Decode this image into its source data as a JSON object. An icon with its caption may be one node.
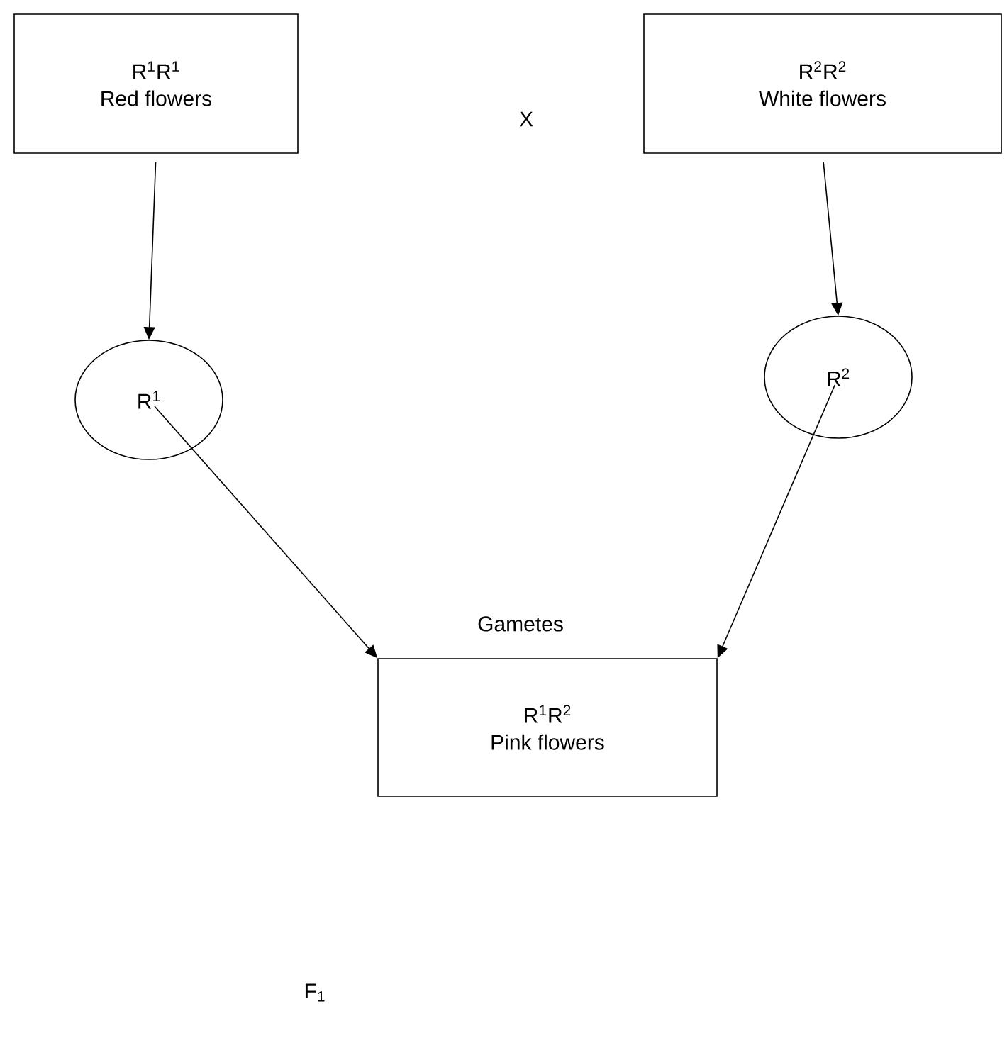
{
  "diagram": {
    "nodes": [
      {
        "text": [
          "R$^{1}$R$^{1}$",
          "Red flowers"
        ]
      },
      {
        "text": [
          "R$^{2}$R$^{2}$",
          "White flowers"
        ]
      },
      {
        "text": [
          "R$^{1}$"
        ]
      },
      {
        "text": [
          "R$^{2}$"
        ]
      },
      {
        "text": [
          "R$^{1}$R$^{2}$",
          "Pink flowers"
        ]
      }
    ],
    "edges": [
      {
        "from": 0,
        "to": 2,
        "arrow": "to"
      },
      {
        "from": 1,
        "to": 3,
        "arrow": "to"
      },
      {
        "from": 2,
        "to": 4,
        "arrow": "to"
      },
      {
        "from": 3,
        "to": 4,
        "arrow": "to"
      }
    ],
    "labels": [
      "X",
      "Gametes",
      "F$_{1}$"
    ]
  }
}
